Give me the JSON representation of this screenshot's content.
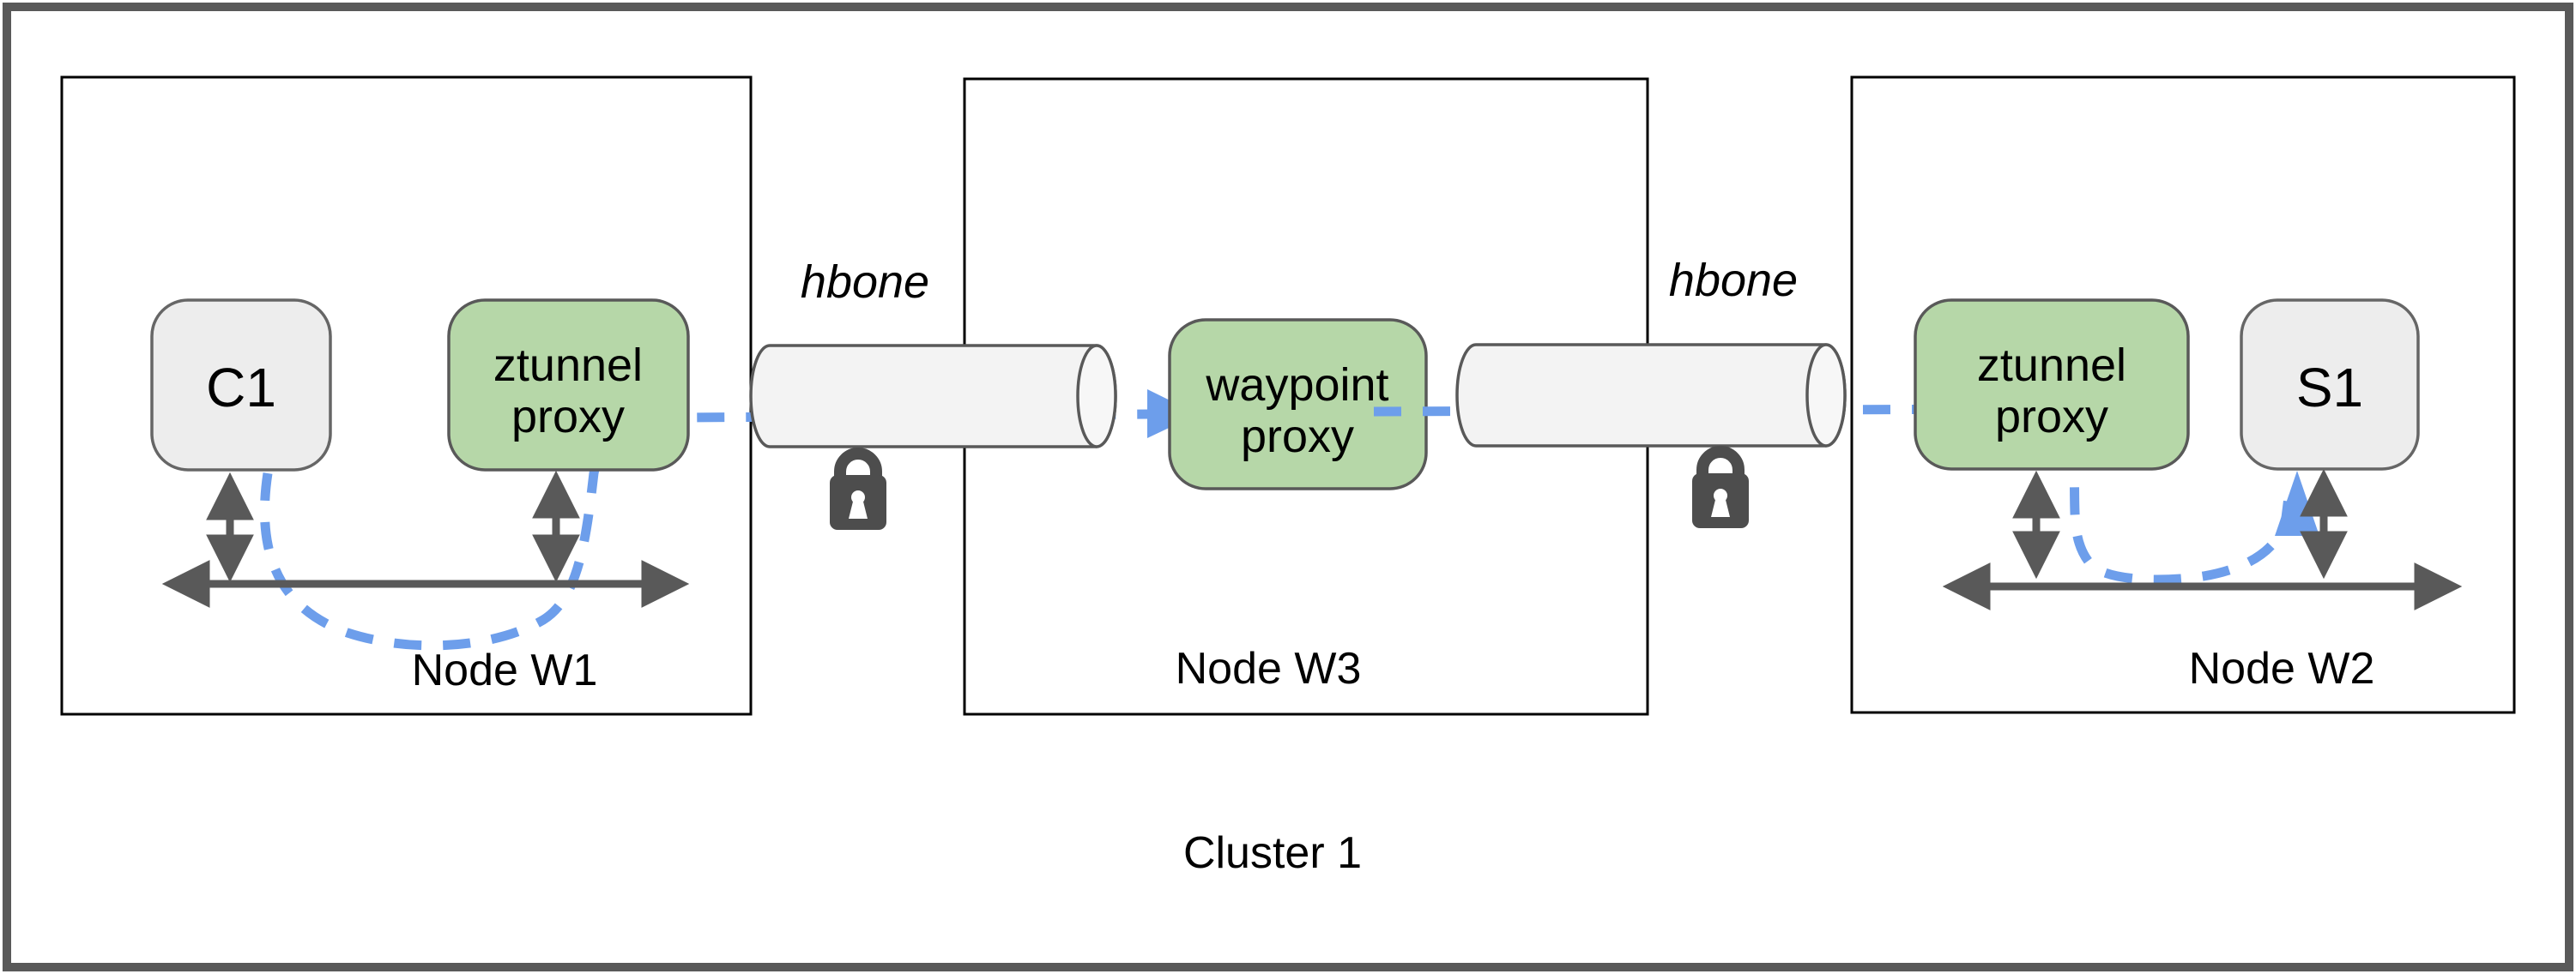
{
  "cluster": {
    "label": "Cluster 1"
  },
  "nodes": {
    "w1": {
      "label": "Node W1",
      "workload": "C1",
      "proxy_line1": "ztunnel",
      "proxy_line2": "proxy"
    },
    "w3": {
      "label": "Node W3",
      "proxy_line1": "waypoint",
      "proxy_line2": "proxy"
    },
    "w2": {
      "label": "Node W2",
      "proxy_line1": "ztunnel",
      "proxy_line2": "proxy",
      "workload": "S1"
    }
  },
  "tunnels": {
    "tunnel1_label": "hbone",
    "tunnel2_label": "hbone"
  },
  "colors": {
    "proxy_green": "#b6d7a8",
    "workload_gray": "#ededed",
    "tunnel_gray": "#f3f3f3",
    "tunnel_opening_gray": "#f7f7f7",
    "flow_blue": "#6d9eeb",
    "arrow_gray": "#595959",
    "frame_gray": "#595959",
    "node_border": "#000000"
  }
}
